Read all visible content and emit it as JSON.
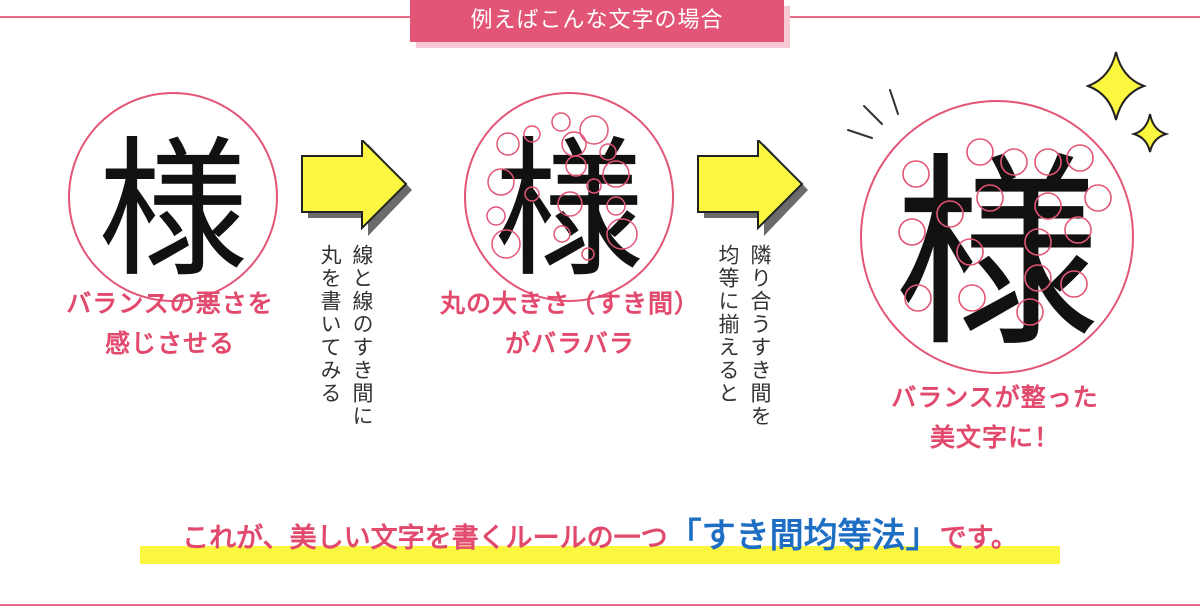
{
  "header": {
    "banner": "例えばこんな文字の場合"
  },
  "steps": [
    {
      "kanji": "様",
      "caption_line1": "バランスの悪さを",
      "caption_line2": "感じさせる"
    },
    {
      "kanji": "様",
      "caption_line1": "丸の大きさ（すき間）",
      "caption_line2": "がバラバラ"
    },
    {
      "kanji": "様",
      "caption_line1": "バランスが整った",
      "caption_line2": "美文字に！"
    }
  ],
  "arrows": [
    {
      "line1": "線と線のすき間に",
      "line2": "丸を書いてみる"
    },
    {
      "line1": "隣り合うすき間を",
      "line2": "均等に揃えると"
    }
  ],
  "footer": {
    "before": "これが、美しい文字を書くルールの一つ",
    "emphasis": "「すき間均等法」",
    "after": "です。"
  },
  "colors": {
    "accent": "#e35576",
    "highlight": "#fbf63f",
    "emphasis": "#1e6fc4"
  },
  "icons": [
    "right-arrow-icon",
    "sparkle-icon"
  ]
}
